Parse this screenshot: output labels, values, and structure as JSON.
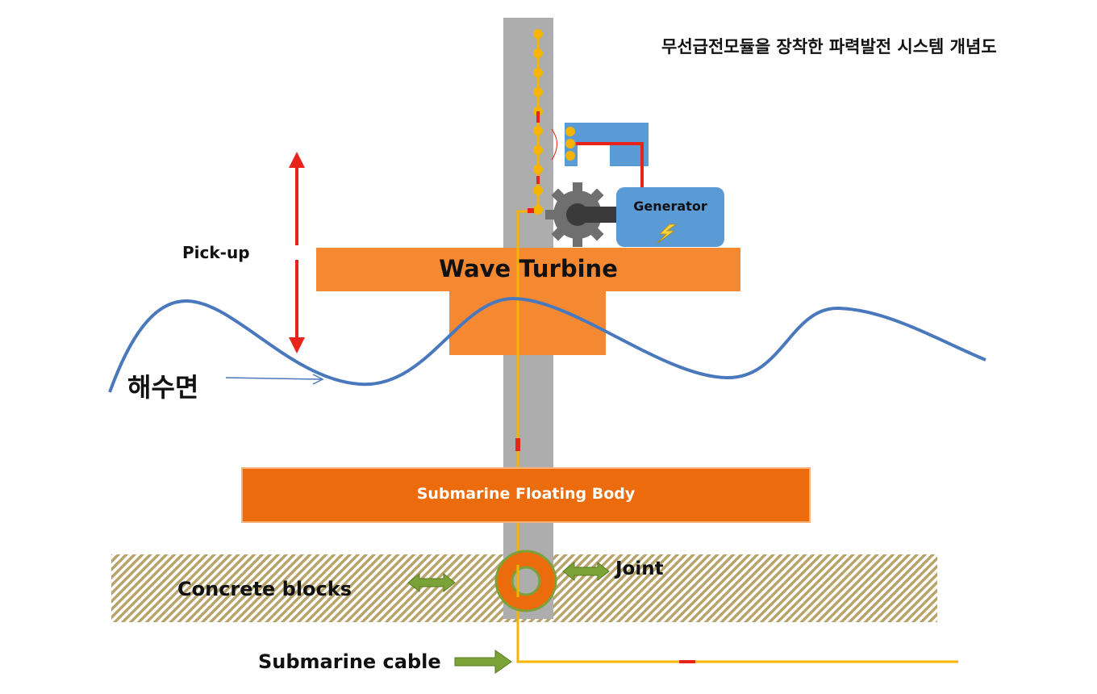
{
  "title": "무선급전모듈을 장착한 파력발전 시스템 개념도",
  "labels": {
    "pickup": "Pick-up",
    "sea_surface": "해수면",
    "wave_turbine": "Wave Turbine",
    "generator": "Generator",
    "floating_body": "Submarine Floating Body",
    "concrete_blocks": "Concrete blocks",
    "joint": "Joint",
    "submarine_cable": "Submarine cable"
  },
  "icons": {
    "generator_spark": "lightning-bolt-icon",
    "gear": "gear-icon",
    "pickup_arrow": "double-arrow-icon"
  },
  "colors": {
    "pillar": "#adadad",
    "turbine": "#f58932",
    "floating_body": "#ec6b0c",
    "generator_box": "#5b9bd5",
    "wave": "#4a78bd",
    "pickup_arrow": "#e8231a",
    "power_line": "#f5b400",
    "signal": "#e8231a",
    "green_arrow": "#7ba237",
    "concrete_stripe": "#b8a46a",
    "gear": "#6f6f6f"
  }
}
